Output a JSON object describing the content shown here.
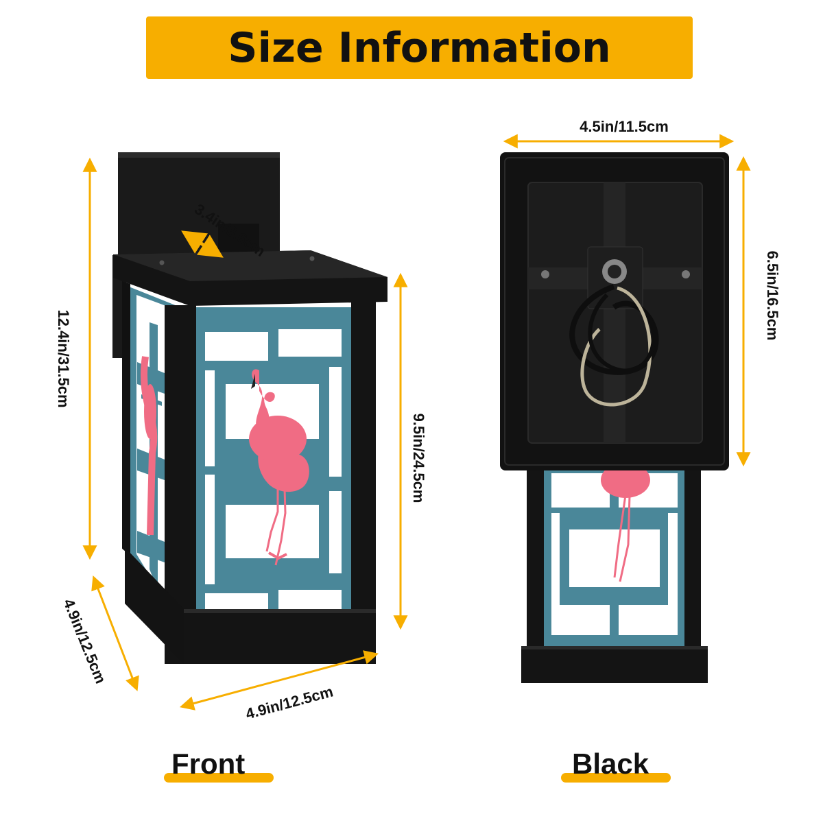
{
  "title": "Size Information",
  "colors": {
    "accent": "#f7ae00",
    "frame": "#161616",
    "teal": "#4a8799",
    "flamingo": "#f06c84"
  },
  "dimensions": {
    "top_depth": "3.4in/8.6cm",
    "total_height": "12.4in/31.5cm",
    "side_width": "4.9in/12.5cm",
    "front_width": "4.9in/12.5cm",
    "glass_height": "9.5in/24.5cm",
    "back_plate_width": "4.5in/11.5cm",
    "back_plate_height": "6.5in/16.5cm"
  },
  "captions": {
    "front": "Front",
    "back": "Black"
  },
  "icons": [
    "double-arrow-icon",
    "flamingo-icon",
    "lantern-front-view",
    "lantern-back-view"
  ]
}
